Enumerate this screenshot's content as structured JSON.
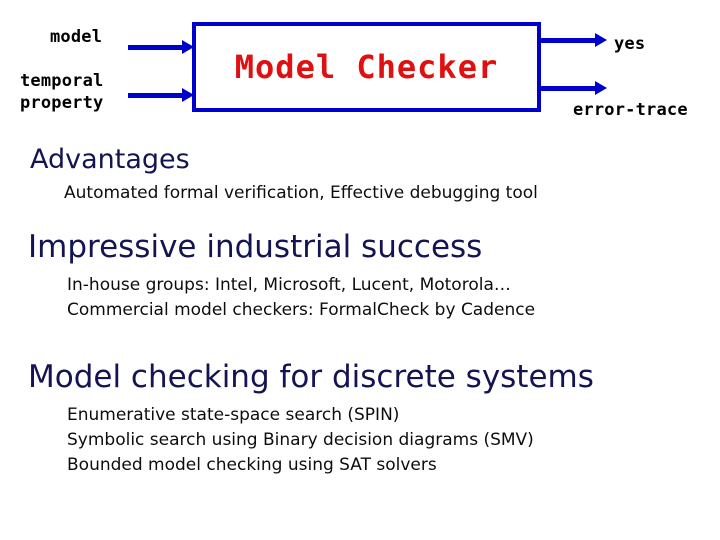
{
  "diagram": {
    "box": {
      "title": "Model Checker",
      "title_color": "#e01010",
      "border_color": "#0000cc"
    },
    "inputs": [
      {
        "label": "model",
        "arrow": "right-arrow-icon"
      },
      {
        "label": "temporal\nproperty",
        "arrow": "right-arrow-icon"
      }
    ],
    "input_labels": {
      "model": "model",
      "temporal_line1": "temporal",
      "temporal_line2": "property"
    },
    "outputs": {
      "yes": "yes",
      "error_trace": "error-trace"
    }
  },
  "sections": [
    {
      "heading": "Advantages",
      "heading_color": "#141452",
      "lines": [
        "Automated formal verification, Effective debugging tool"
      ]
    },
    {
      "heading": "Impressive industrial success",
      "heading_color": "#141452",
      "lines": [
        "In-house groups: Intel, Microsoft, Lucent, Motorola…",
        "Commercial model checkers: FormalCheck by Cadence"
      ]
    },
    {
      "heading": "Model checking for discrete systems",
      "heading_color": "#141452",
      "lines": [
        "Enumerative state-space search (SPIN)",
        "Symbolic search using Binary decision diagrams (SMV)",
        "Bounded model checking using SAT solvers"
      ]
    }
  ]
}
